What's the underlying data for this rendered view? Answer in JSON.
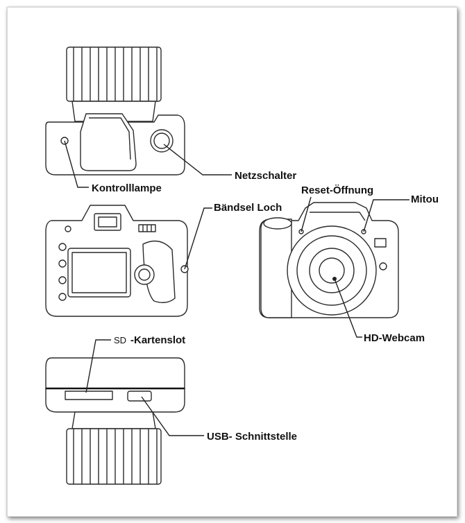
{
  "labels": {
    "indicator_lamp": "Kontrolllampe",
    "power_switch": "Netzschalter",
    "lanyard_hole": "Bändsel Loch",
    "reset_hole": "Reset-Öffnung",
    "microphone": "Mitou",
    "hd_webcam": "HD-Webcam",
    "sd_prefix": "SD",
    "sd_slot": "-Kartenslot",
    "usb_port": "USB- Schnittstelle"
  },
  "colors": {
    "line": "#222222",
    "text": "#111111",
    "background": "#ffffff"
  }
}
